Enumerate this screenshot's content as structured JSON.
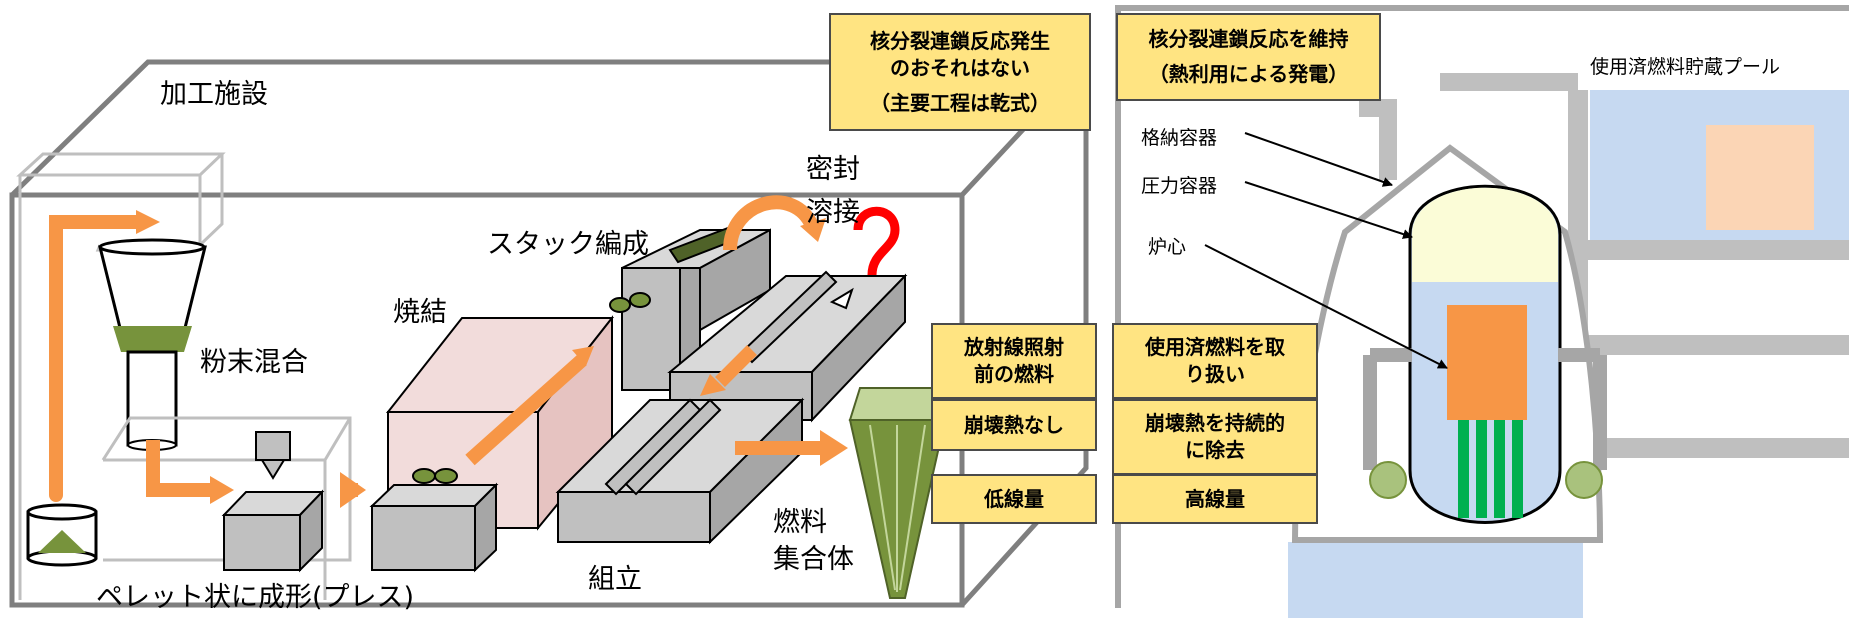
{
  "processing": {
    "facility_label": "加工施設",
    "powder_mixing": "粉末混合",
    "pellet_press": "ペレット状に成形(プレス)",
    "sintering": "焼結",
    "stack": "スタック編成",
    "seal_weld_1": "密封",
    "seal_weld_2": "溶接",
    "assembly": "組立",
    "fuel_assembly_1": "燃料",
    "fuel_assembly_2": "集合体"
  },
  "boxes": {
    "processing_header_1": "核分裂連鎖反応発生",
    "processing_header_2": "のおそれはない",
    "processing_header_3": "（主要工程は乾式）",
    "reactor_header_1": "核分裂連鎖反応を維持",
    "reactor_header_2": "（熱利用による発電）",
    "pre_irr_1": "放射線照射",
    "pre_irr_2": "前の燃料",
    "no_decay_heat": "崩壊熱なし",
    "low_dose": "低線量",
    "spent_1": "使用済燃料を取",
    "spent_2": "り扱い",
    "decay_remove_1": "崩壊熱を持続的",
    "decay_remove_2": "に除去",
    "high_dose": "高線量"
  },
  "reactor": {
    "pool": "使用済燃料貯蔵プール",
    "containment": "格納容器",
    "pressure_vessel": "圧力容器",
    "core": "炉心"
  },
  "colors": {
    "arrow": "#f79646",
    "box_fill": "#ffe482",
    "machine_gray": "#c0c0c0",
    "sinter_pink": "#f2dcdb",
    "water_blue": "#c6d9f1",
    "core_orange": "#f79646",
    "fuel_green": "#00b050",
    "seal_red": "#ff0000"
  }
}
